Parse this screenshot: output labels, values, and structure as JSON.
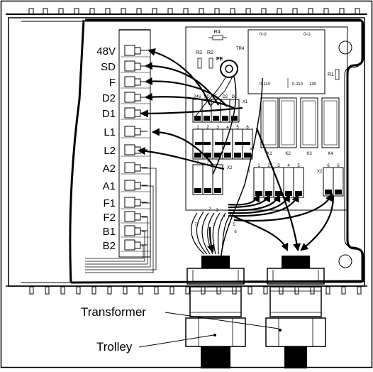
{
  "terminal_labels": [
    "48V",
    "SD",
    "F",
    "D2",
    "D1",
    "L1",
    "L2",
    "A2",
    "A1",
    "F1",
    "F2",
    "B1",
    "B2"
  ],
  "board": {
    "r4": "R4",
    "r3": "R3",
    "r2": "R2",
    "r1": "R1",
    "pe": "PE",
    "tr4": "TR4",
    "tr_top_left": "0-U",
    "tr_top_right": "0-U",
    "tr_bottom_left": "0-110",
    "tr_bottom_mid": "0-110",
    "tr_bottom_right": "130"
  },
  "x1": {
    "label": "X1",
    "pins": [
      "24V",
      "SD",
      "F",
      "D2",
      "D1"
    ]
  },
  "x_mid": {
    "label": "X",
    "pins": [
      "1",
      "2",
      "3",
      "4",
      "5",
      "6"
    ]
  },
  "x2_left": {
    "label": "X2",
    "pins": [
      "7",
      "7",
      "7"
    ]
  },
  "x3": {
    "label": "3",
    "pins": [
      "1",
      "2",
      "3",
      "4",
      "5"
    ]
  },
  "x2_right": {
    "label": "X2",
    "pins": [
      "6",
      "6"
    ]
  },
  "relays": [
    "K1",
    "K2",
    "K3",
    "K4"
  ],
  "cable_numbers": [
    "1",
    "2",
    "3",
    "4",
    "5",
    "6",
    "7"
  ],
  "callouts": {
    "transformer": "Transformer",
    "trolley": "Trolley"
  }
}
